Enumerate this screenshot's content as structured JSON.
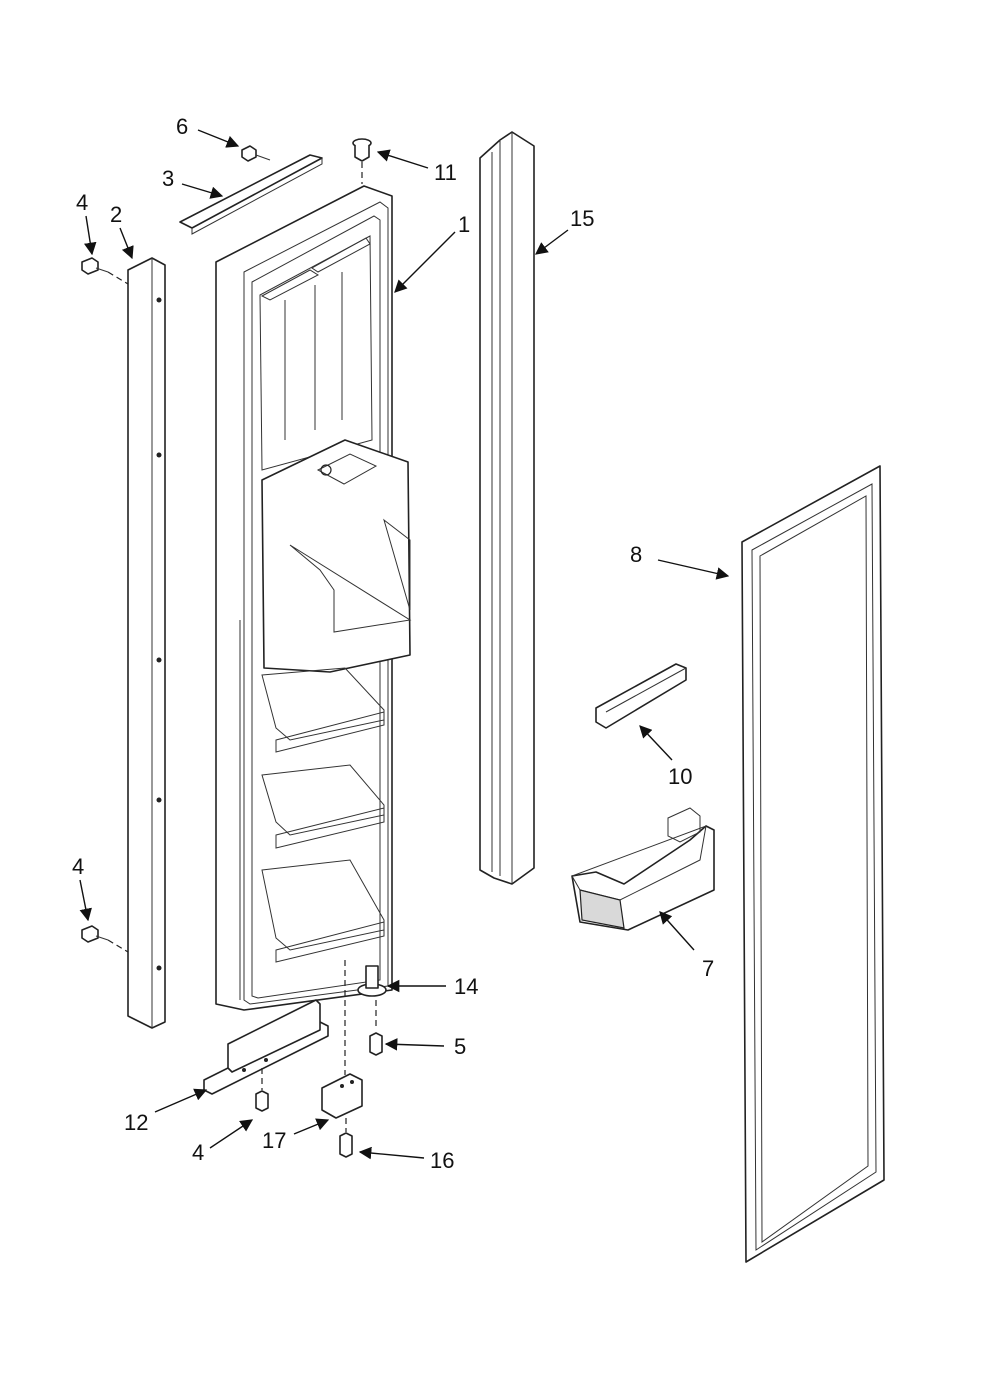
{
  "callouts": {
    "c1": "1",
    "c2": "2",
    "c3": "3",
    "c4a": "4",
    "c4b": "4",
    "c4c": "4",
    "c5": "5",
    "c6": "6",
    "c7": "7",
    "c8": "8",
    "c10": "10",
    "c11": "11",
    "c12": "12",
    "c14": "14",
    "c15": "15",
    "c16": "16",
    "c17": "17"
  }
}
